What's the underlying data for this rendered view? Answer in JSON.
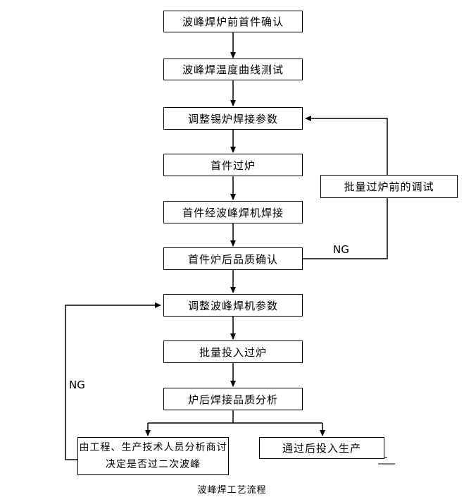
{
  "diagram": {
    "caption": "波峰焊工艺流程",
    "nodes": {
      "step1": "波峰焊炉前首件确认",
      "step2": "波峰焊温度曲线测试",
      "step3": "调整锡炉焊接参数",
      "step4": "首件过炉",
      "step5": "首件经波峰焊机焊接",
      "step6": "首件炉后品质确认",
      "step7": "调整波峰焊机参数",
      "step8": "批量投入过炉",
      "step9": "炉后焊接品质分析",
      "side_right": "批量过炉前的调试",
      "bottom_left_line1": "由工程、生产技术人员分析商讨",
      "bottom_left_line2": "决定是否过二次波峰",
      "bottom_right": "通过后投入生产"
    },
    "labels": {
      "ng_right": "NG",
      "ng_left": "NG"
    },
    "colors": {
      "line": "#000000",
      "border": "#000000",
      "background": "#ffffff",
      "text": "#000000"
    }
  }
}
